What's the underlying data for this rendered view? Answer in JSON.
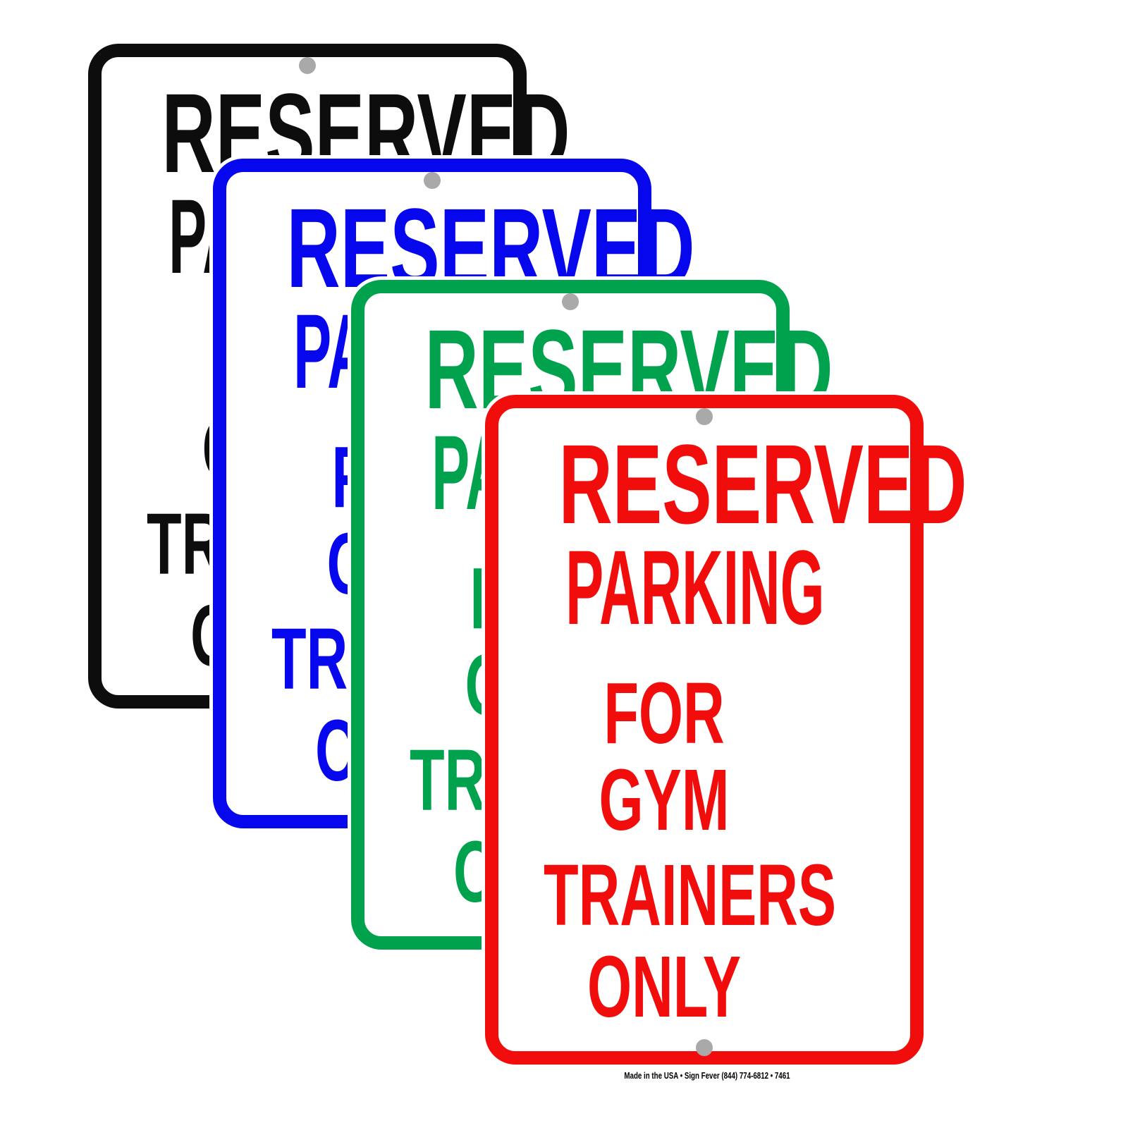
{
  "page": {
    "background_color": "#ffffff"
  },
  "sign": {
    "lines": [
      "RESERVED",
      "PARKING",
      "FOR",
      "GYM",
      "TRAINERS",
      "ONLY"
    ],
    "variants": [
      {
        "label": "black",
        "color": "#0d0d0d"
      },
      {
        "label": "blue",
        "color": "#0707ee"
      },
      {
        "label": "green",
        "color": "#00a24d"
      },
      {
        "label": "red",
        "color": "#f20d0d"
      }
    ],
    "mounting_hole_color": "#a9a9a9"
  },
  "footer": {
    "text": "Made in the USA • Sign Fever (844) 774-6812 • 7461",
    "color": "#000000"
  }
}
